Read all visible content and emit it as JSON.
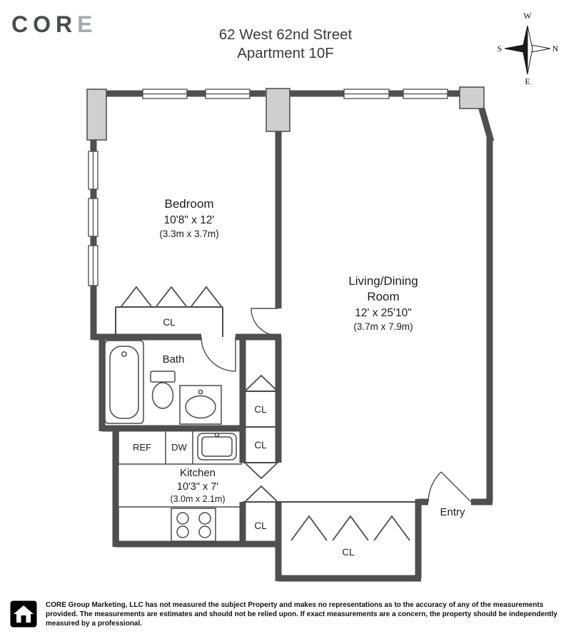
{
  "header": {
    "logo_main": "COR",
    "logo_accent": "E",
    "title_line1": "62 West 62nd Street",
    "title_line2": "Apartment 10F"
  },
  "compass": {
    "north": "N",
    "south": "S",
    "east": "E",
    "west": "W"
  },
  "plan": {
    "bedroom": {
      "name": "Bedroom",
      "dims": "10'8\" x 12'",
      "metric": "(3.3m x 3.7m)"
    },
    "living": {
      "name1": "Living/Dining",
      "name2": "Room",
      "dims": "12' x 25'10\"",
      "metric": "(3.7m x 7.9m)"
    },
    "bath": {
      "name": "Bath"
    },
    "kitchen": {
      "name": "Kitchen",
      "dims": "10'3\" x 7'",
      "metric": "(3.0m x 2.1m)"
    },
    "entry": {
      "name": "Entry"
    },
    "closet_bedroom": "CL",
    "closet_hall_upper": "CL",
    "closet_hall_lower": "CL",
    "closet_kitchen": "CL",
    "closet_entry": "CL",
    "ref": "REF",
    "dw": "DW"
  },
  "footer": {
    "disclaimer_line1": "CORE Group Marketing, LLC has not measured the subject Property and makes no representations as to the accuracy of any of the measurements",
    "disclaimer_line2": "provided. The measurements are estimates and should not be relied upon. If exact measurements are a concern, the property should be independently",
    "disclaimer_line3": "measured by a professional."
  },
  "colors": {
    "wall": "#4f4f4f",
    "pier_fill": "#cfcfcf",
    "logo_accent": "#a7a9ac"
  }
}
